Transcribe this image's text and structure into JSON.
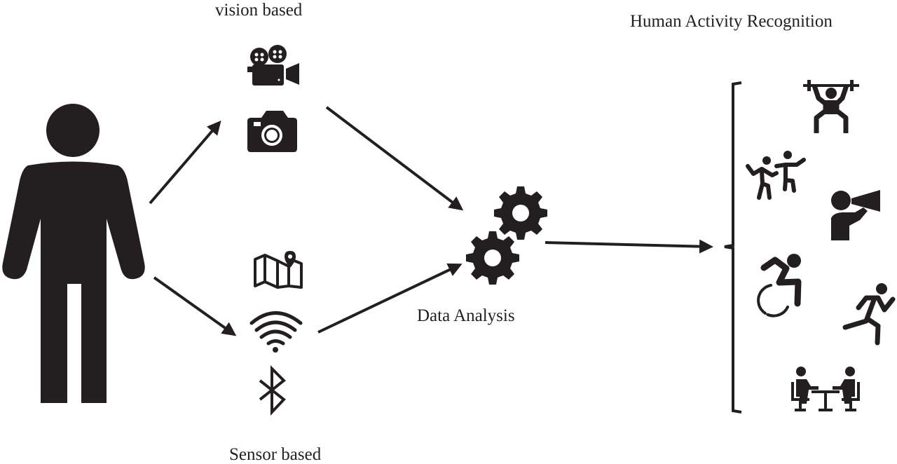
{
  "labels": {
    "vision_based": "vision based",
    "sensor_based": "Sensor based",
    "data_analysis": "Data Analysis",
    "human_activity_recognition": "Human Activity Recognition"
  },
  "icons": {
    "subject": "person-icon",
    "vision": [
      "movie-camera-icon",
      "photo-camera-icon"
    ],
    "sensor": [
      "map-location-icon",
      "wifi-icon",
      "bluetooth-icon"
    ],
    "analysis": "gears-icon",
    "activities": [
      "weightlifting-icon",
      "dancing-icon",
      "megaphone-speaker-icon",
      "wheelchair-icon",
      "running-icon",
      "meeting-icon"
    ]
  },
  "colors": {
    "ink": "#231f20",
    "background": "#ffffff"
  }
}
